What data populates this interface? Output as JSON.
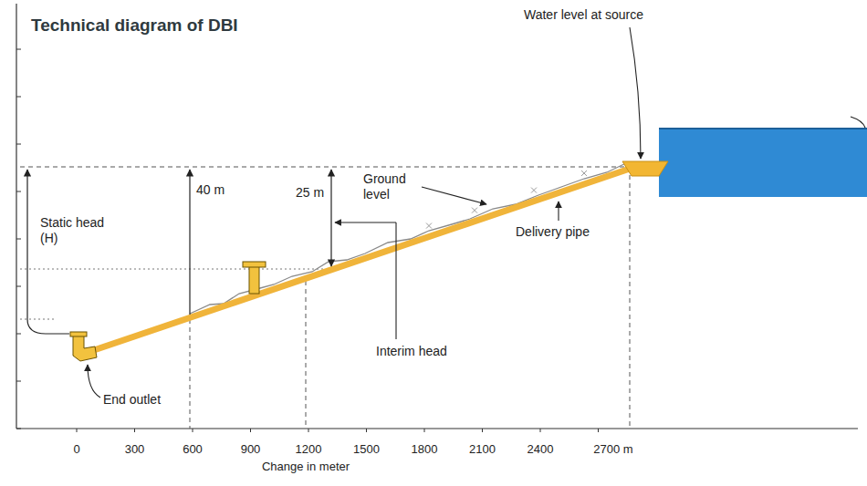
{
  "diagram": {
    "title": "Technical diagram of DBI",
    "labels": [
      "Water level at source",
      "40 m",
      "25 m",
      "Ground level",
      "Static head (H)",
      "Delivery pipe",
      "Interim head",
      "End outlet",
      "0",
      "300",
      "600",
      "900",
      "1200",
      "1500",
      "1800",
      "2100",
      "2400",
      "2700 m",
      "Change in meter"
    ]
  }
}
